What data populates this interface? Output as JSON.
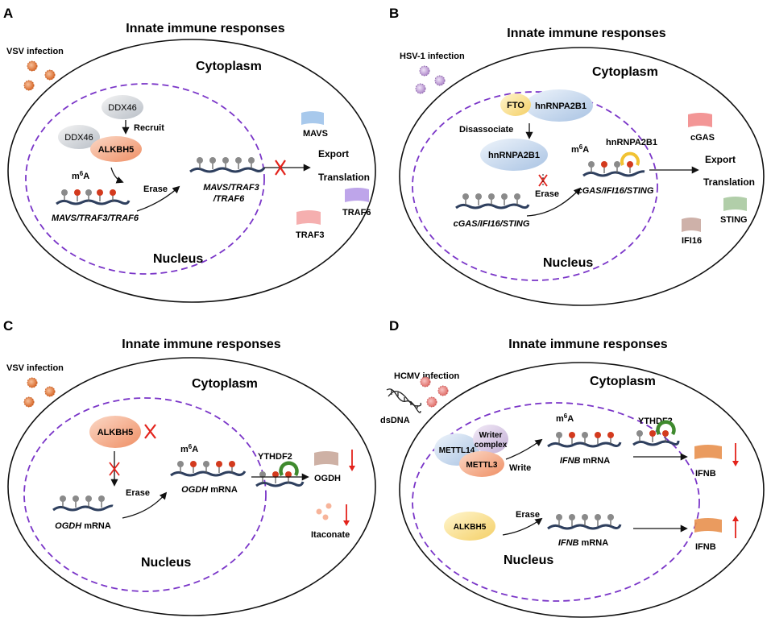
{
  "panels": {
    "a": {
      "letter": "A",
      "title": "Innate immune responses",
      "infection": "VSV infection",
      "cytoplasm": "Cytoplasm",
      "nucleus": "Nucleus",
      "ddx46_top": "DDX46",
      "ddx46_left": "DDX46",
      "recruit": "Recruit",
      "alkbh5": "ALKBH5",
      "m6a": "m",
      "m6a_sup": "6",
      "m6a_end": "A",
      "mrna_left": "MAVS/TRAF3/TRAF6",
      "erase": "Erase",
      "mrna_right_1": "MAVS/TRAF3",
      "mrna_right_2": "/TRAF6",
      "export": "Export",
      "translation": "Translation",
      "mavs": "MAVS",
      "traf6": "TRAF6",
      "traf3": "TRAF3",
      "colors": {
        "mavs": "#9fc3ea",
        "traf6": "#b79be8",
        "traf3": "#f4a6a6"
      }
    },
    "b": {
      "letter": "B",
      "title": "Innate immune responses",
      "infection": "HSV-1 infection",
      "cytoplasm": "Cytoplasm",
      "nucleus": "Nucleus",
      "fto": "FTO",
      "hnrnpa2b1_top": "hnRNPA2B1",
      "disassociate": "Disassociate",
      "hnrnpa2b1_mid": "hnRNPA2B1",
      "m6a": "m",
      "m6a_sup": "6",
      "m6a_end": "A",
      "hnrnpa2b1_label": "hnRNPA2B1",
      "erase": "Erase",
      "mrna_left": "cGAS/IFI16/STING",
      "mrna_right": "cGAS/IFI16/STING",
      "export": "Export",
      "translation": "Translation",
      "cgas": "cGAS",
      "sting": "STING",
      "ifi16": "IFI16",
      "colors": {
        "cgas": "#f28b8b",
        "sting": "#a9c9a0",
        "ifi16": "#c9a9a0"
      }
    },
    "c": {
      "letter": "C",
      "title": "Innate immune responses",
      "infection": "VSV infection",
      "cytoplasm": "Cytoplasm",
      "nucleus": "Nucleus",
      "alkbh5": "ALKBH5",
      "m6a": "m",
      "m6a_sup": "6",
      "m6a_end": "A",
      "erase": "Erase",
      "mrna_left_gene": "OGDH",
      "mrna_left_suffix": " mRNA",
      "mrna_right_gene": "OGDH",
      "mrna_right_suffix": " mRNA",
      "ythdf2": "YTHDF2",
      "ogdh": "OGDH",
      "itaconate": "Itaconate",
      "colors": {
        "ogdh": "#c9a99b",
        "itaconate": "#f7b49a"
      }
    },
    "d": {
      "letter": "D",
      "title": "Innate immune responses",
      "infection": "HCMV infection",
      "dsdna": "dsDNA",
      "cytoplasm": "Cytoplasm",
      "nucleus": "Nucleus",
      "mettl14": "METTL14",
      "writer_1": "Writer",
      "writer_2": "complex",
      "mettl3": "METTL3",
      "write": "Write",
      "m6a": "m",
      "m6a_sup": "6",
      "m6a_end": "A",
      "mrna_top_gene": "IFNB",
      "mrna_top_suffix": " mRNA",
      "ythdf2": "YTHDF2",
      "ifnb_top": "IFNB",
      "alkbh5": "ALKBH5",
      "erase": "Erase",
      "mrna_bottom_gene": "IFNB",
      "mrna_bottom_suffix": " mRNA",
      "ifnb_bottom": "IFNB",
      "colors": {
        "ifnb": "#e8904e"
      }
    }
  }
}
